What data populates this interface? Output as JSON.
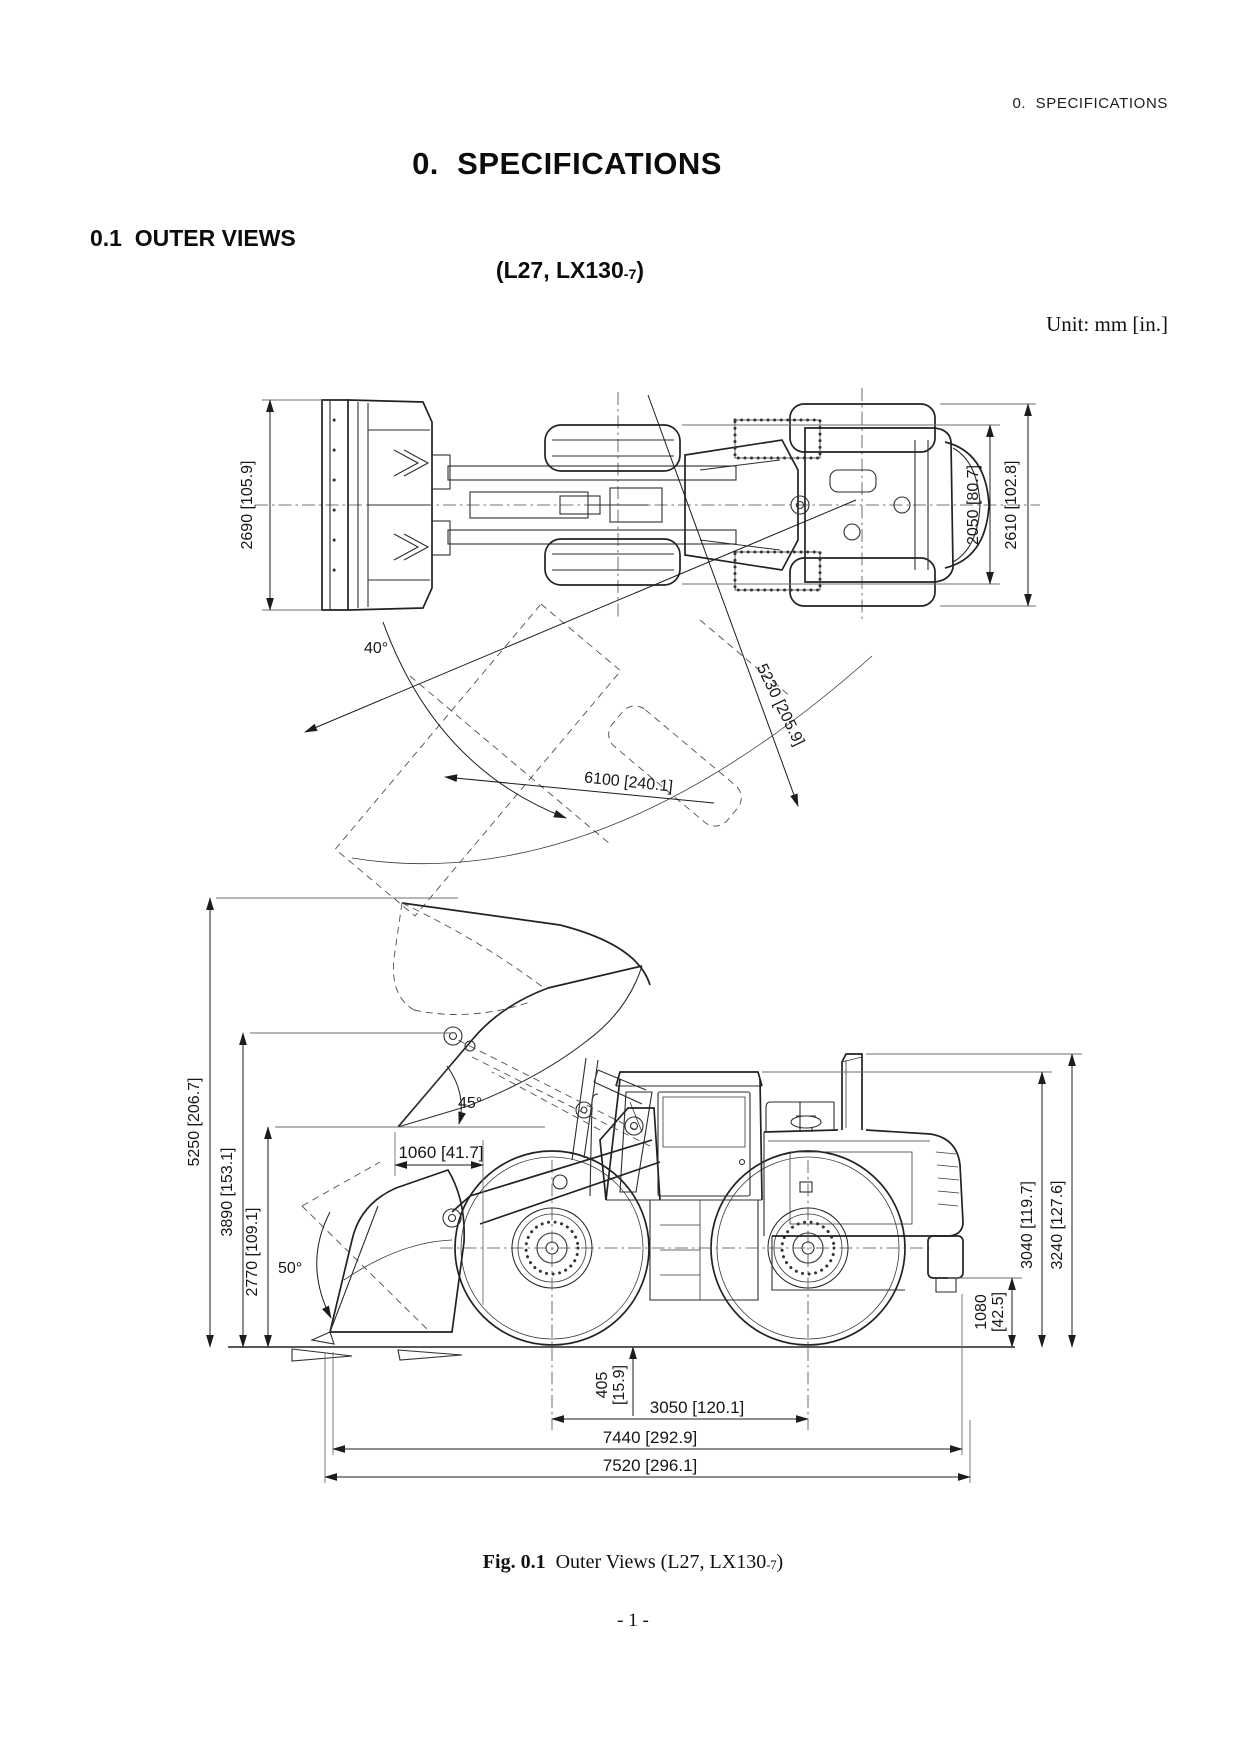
{
  "page": {
    "running_header": "0.  SPECIFICATIONS",
    "title": "0.  SPECIFICATIONS",
    "section_heading": "0.1  OUTER VIEWS",
    "model_main": "(L27, LX130",
    "model_sub": "-7",
    "model_end": ")",
    "unit_note": "Unit: mm [in.]",
    "caption_bold": "Fig. 0.1",
    "caption_rest": "  Outer Views (L27, LX130",
    "caption_sub": "-7",
    "caption_end": ")",
    "page_number": "- 1 -"
  },
  "colors": {
    "ink": "#111111",
    "line": "#2e2e2e",
    "background": "#ffffff"
  },
  "top_view": {
    "dims": {
      "bucket_width": "2690 [105.9]",
      "tread_outer_width": "2050 [80.7]",
      "overall_width": "2610 [102.8]",
      "articulation_angle": "40°",
      "clearance_radius": "5230 [205.9]",
      "turning_radius": "6100 [240.1]"
    }
  },
  "side_view": {
    "dims": {
      "overall_height_bucket_raised": "5250 [206.7]",
      "hinge_pin_height": "3890 [153.1]",
      "dump_clearance": "2770 [109.1]",
      "dump_angle": "45°",
      "dump_reach": "1060 [41.7]",
      "rollback_angle": "50°",
      "cab_height": "3040 [119.7]",
      "overall_height_stack": "3240 [127.6]",
      "rear_clearance_mm": "1080",
      "rear_clearance_in": "[42.5]",
      "ground_clearance_mm": "405",
      "ground_clearance_in": "[15.9]",
      "wheelbase": "3050 [120.1]",
      "length_less_bucket": "7440 [292.9]",
      "overall_length": "7520 [296.1]"
    }
  }
}
